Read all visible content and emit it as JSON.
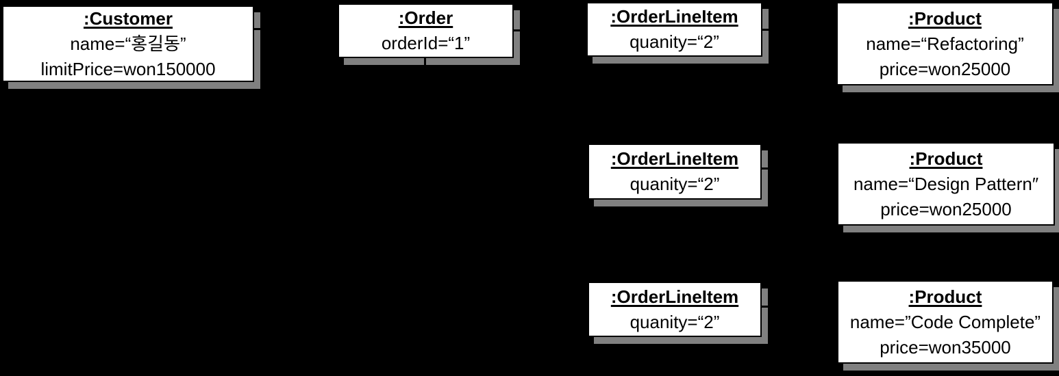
{
  "diagram": {
    "type": "uml-object-diagram",
    "colors": {
      "background": "#000000",
      "box_fill": "#ffffff",
      "box_border": "#000000",
      "shadow": "#808080",
      "text": "#000000",
      "connector_line": "#000000"
    },
    "objects": [
      {
        "id": "customer",
        "title": ":Customer",
        "attributes": [
          "name=“홍길동”",
          "limitPrice=won150000"
        ]
      },
      {
        "id": "order",
        "title": ":Order",
        "attributes": [
          "orderId=“1”"
        ]
      },
      {
        "id": "orderlineitem1",
        "title": ":OrderLineItem",
        "attributes": [
          "quanity=“2”"
        ]
      },
      {
        "id": "product1",
        "title": ":Product",
        "attributes": [
          "name=“Refactoring”",
          "price=won25000"
        ]
      },
      {
        "id": "orderlineitem2",
        "title": ":OrderLineItem",
        "attributes": [
          "quanity=“2”"
        ]
      },
      {
        "id": "product2",
        "title": ":Product",
        "attributes": [
          "name=“Design Pattern″",
          "price=won25000"
        ]
      },
      {
        "id": "orderlineitem3",
        "title": ":OrderLineItem",
        "attributes": [
          "quanity=“2”"
        ]
      },
      {
        "id": "product3",
        "title": ":Product",
        "attributes": [
          "name=”Code Complete”",
          "price=won35000"
        ]
      }
    ],
    "connectors": [
      {
        "from": "customer",
        "to": "order"
      },
      {
        "from": "order",
        "to": "orderlineitem1"
      },
      {
        "from": "order",
        "to": "orderlineitem2"
      },
      {
        "from": "order",
        "to": "orderlineitem3"
      },
      {
        "from": "orderlineitem1",
        "to": "product1"
      },
      {
        "from": "orderlineitem2",
        "to": "product2"
      },
      {
        "from": "orderlineitem3",
        "to": "product3"
      }
    ]
  }
}
